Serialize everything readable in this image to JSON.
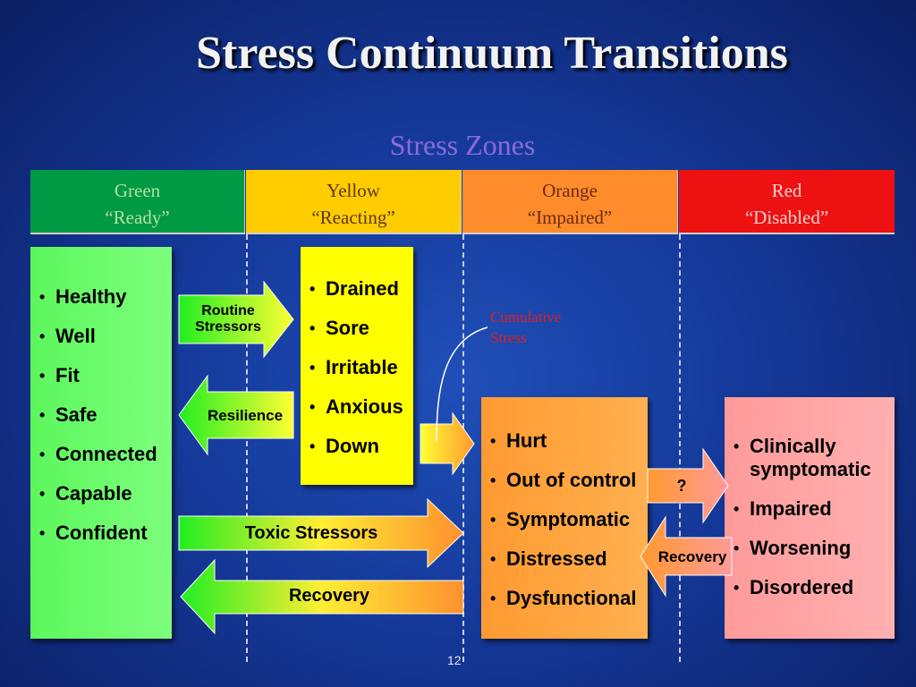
{
  "title": "Stress Continuum Transitions",
  "subtitle": "Stress Zones",
  "zones": [
    {
      "name": "Green",
      "label": "“Ready”",
      "bg": "#009a44",
      "fg": "#b5e0a0"
    },
    {
      "name": "Yellow",
      "label": "“Reacting”",
      "bg": "#ffcc00",
      "fg": "#5a3a10"
    },
    {
      "name": "Orange",
      "label": "“Impaired”",
      "bg": "#ff8c2a",
      "fg": "#6a2a10"
    },
    {
      "name": "Red",
      "label": "“Disabled”",
      "bg": "#ee1111",
      "fg": "#ffd0d0"
    }
  ],
  "boxes": {
    "green": {
      "items": [
        "Healthy",
        "Well",
        "Fit",
        "Safe",
        "Connected",
        "Capable",
        "Confident"
      ],
      "color": "#66ff66"
    },
    "yellow": {
      "items": [
        "Drained",
        "Sore",
        "Irritable",
        "Anxious",
        "Down"
      ],
      "color": "#ffff00"
    },
    "orange": {
      "items": [
        "Hurt",
        "Out of control",
        "Symptomatic",
        "Distressed",
        "Dysfunctional"
      ],
      "color": "#ffa030"
    },
    "red": {
      "items": [
        "Clinically symptomatic",
        "Impaired",
        "Worsening",
        "Disordered"
      ],
      "color": "#ff9999"
    }
  },
  "arrows": {
    "routine_stressors": {
      "line1": "Routine",
      "line2": "Stressors"
    },
    "resilience": "Resilience",
    "toxic_stressors": "Toxic Stressors",
    "recovery_long": "Recovery",
    "question": "?",
    "recovery_short": "Recovery"
  },
  "cumulative_stress": {
    "line1": "Cumulative",
    "line2": "Stress"
  },
  "page_number": "12"
}
